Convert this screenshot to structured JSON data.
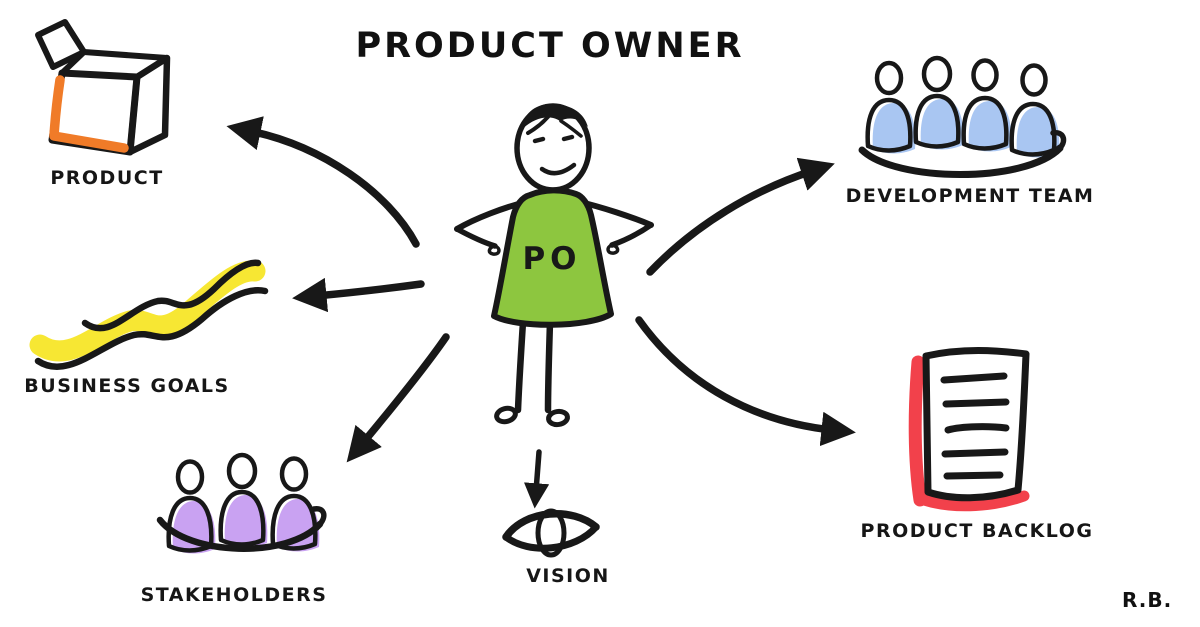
{
  "title": "PRODUCT OWNER",
  "signature": "R.B.",
  "center_figure": {
    "label": "PO",
    "description": "product-owner-stick-figure"
  },
  "nodes": [
    {
      "id": "product",
      "label": "PRODUCT",
      "icon": "open-box-icon",
      "accent": "#F07B28"
    },
    {
      "id": "business-goals",
      "label": "BUSINESS GOALS",
      "icon": "winding-road-icon",
      "accent": "#F7E733"
    },
    {
      "id": "stakeholders",
      "label": "STAKEHOLDERS",
      "icon": "people-group-icon",
      "accent": "#9C4FE8"
    },
    {
      "id": "development-team",
      "label": "DEVELOPMENT TEAM",
      "icon": "people-group-icon",
      "accent": "#4A7DE2"
    },
    {
      "id": "product-backlog",
      "label": "PRODUCT BACKLOG",
      "icon": "notebook-list-icon",
      "accent": "#F2414B"
    },
    {
      "id": "vision",
      "label": "VISION",
      "icon": "eye-icon",
      "accent": "#BCD2F4"
    }
  ],
  "colors": {
    "ink": "#181818",
    "dress_green": "#8DC63F",
    "team_blue": "#4A7DE2",
    "team_blue_light": "#A9C6F2",
    "stakeholder_purple": "#9C4FE8",
    "stakeholder_purple_light": "#C9A2F2",
    "backlog_red": "#F2414B",
    "product_orange": "#F07B28",
    "goals_yellow": "#F7E733",
    "vision_iris_blue": "#BCD2F4"
  }
}
